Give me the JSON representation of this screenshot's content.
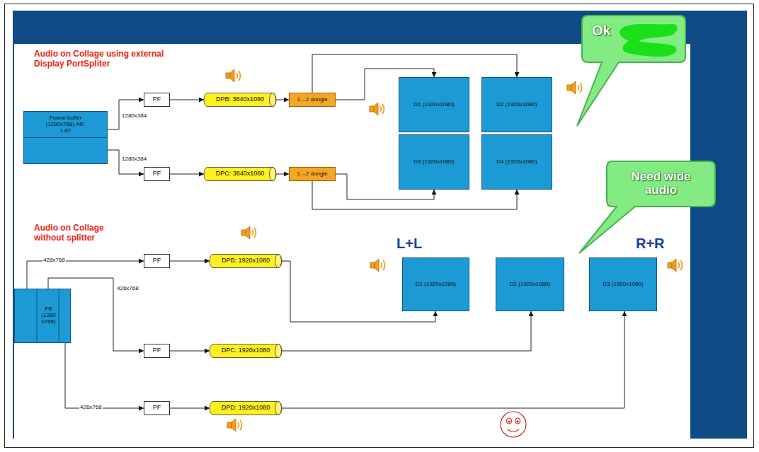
{
  "diagram": {
    "nodes": [
      {
        "text": [
          "Frame buffer (1280x768) AR: 1.67"
        ]
      },
      {
        "text": [
          "PF"
        ]
      },
      {
        "text": [
          "DPB: 3840x1080"
        ]
      },
      {
        "text": [
          "1→2 dongle"
        ]
      },
      {
        "text": [
          "D1 (1920x1080)"
        ]
      },
      {
        "text": [
          "D2 (1920x1080)"
        ]
      },
      {
        "text": [
          "D3 (1920x1080)"
        ]
      },
      {
        "text": [
          "D4 (1920x1080)"
        ]
      },
      {
        "text": [
          "PF"
        ]
      },
      {
        "text": [
          "DPC: 3840x1080"
        ]
      },
      {
        "text": [
          "1→2 dongle"
        ]
      },
      {
        "text": [
          "FB (1280 x768)"
        ]
      },
      {
        "text": [
          "PF"
        ]
      },
      {
        "text": [
          "DPB: 1920x1080"
        ]
      },
      {
        "text": [
          "D1 (1920x1080)"
        ]
      },
      {
        "text": [
          "D2 (1920x1080)"
        ]
      },
      {
        "text": [
          "D3 (1920x1080)"
        ]
      },
      {
        "text": [
          "PF"
        ]
      },
      {
        "text": [
          "DPC: 1920x1080"
        ]
      },
      {
        "text": [
          "PF"
        ]
      },
      {
        "text": [
          "DPD: 1920x1080"
        ]
      },
      {
        "text": [
          "Ok"
        ]
      },
      {
        "text": [
          "Need wide audio"
        ]
      }
    ],
    "edges": [
      {
        "from": 0,
        "to": 1,
        "label": "1280x384",
        "arrow": "to"
      },
      {
        "from": 1,
        "to": 2,
        "arrow": "to"
      },
      {
        "from": 2,
        "to": 3,
        "arrow": "to"
      },
      {
        "from": 3,
        "to": 4,
        "arrow": "to"
      },
      {
        "from": 3,
        "to": 5,
        "arrow": "to"
      },
      {
        "from": 0,
        "to": 8,
        "label": "1280x384",
        "arrow": "to"
      },
      {
        "from": 8,
        "to": 9,
        "arrow": "to"
      },
      {
        "from": 9,
        "to": 10,
        "arrow": "to"
      },
      {
        "from": 10,
        "to": 6,
        "arrow": "to"
      },
      {
        "from": 10,
        "to": 7,
        "arrow": "to"
      },
      {
        "from": 11,
        "to": 12,
        "label": "428x768",
        "arrow": "to"
      },
      {
        "from": 11,
        "to": 17,
        "label": "426x768",
        "arrow": "to"
      },
      {
        "from": 11,
        "to": 19,
        "label": "426x768",
        "arrow": "to"
      },
      {
        "from": 12,
        "to": 13,
        "arrow": "to"
      },
      {
        "from": 13,
        "to": 14,
        "arrow": "to"
      },
      {
        "from": 17,
        "to": 18,
        "arrow": "to"
      },
      {
        "from": 18,
        "to": 15,
        "arrow": "to"
      },
      {
        "from": 19,
        "to": 20,
        "arrow": "to"
      },
      {
        "from": 20,
        "to": 16,
        "arrow": "to"
      }
    ],
    "labels": [
      "Audio on Collage using external Display PortSpliter",
      "Audio on Collage without splitter",
      "L+L",
      "R+R"
    ]
  }
}
